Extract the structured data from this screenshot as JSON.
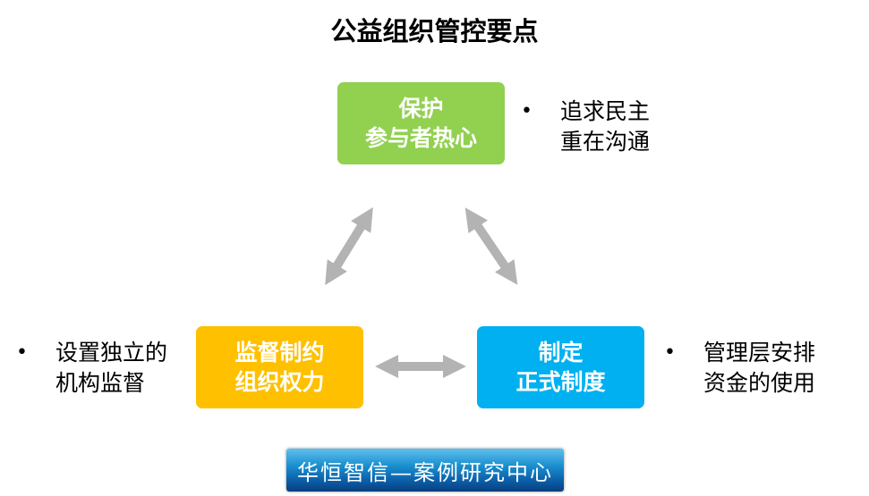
{
  "title": "公益组织管控要点",
  "nodes": {
    "top": {
      "line1": "保护",
      "line2": "参与者热心",
      "color": "#92d050"
    },
    "left": {
      "line1": "监督制约",
      "line2": "组织权力",
      "color": "#ffc000"
    },
    "right": {
      "line1": "制定",
      "line2": "正式制度",
      "color": "#00b0f0"
    }
  },
  "bullets": {
    "top": {
      "line1": "追求民主",
      "line2": "重在沟通"
    },
    "left": {
      "line1": "设置独立的",
      "line2": "机构监督"
    },
    "right": {
      "line1": "管理层安排",
      "line2": "资金的使用"
    }
  },
  "bullet_symbol": "•",
  "arrow_color": "#b3b3b3",
  "logo": "华恒智信—案例研究中心"
}
